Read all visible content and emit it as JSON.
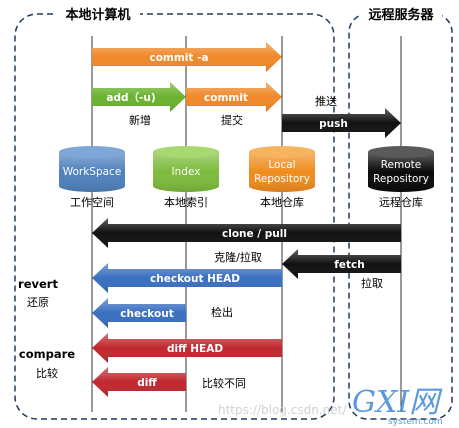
{
  "regions": {
    "local": "本地计算机",
    "remote": "远程服务器"
  },
  "repos": [
    {
      "id": "workspace",
      "label": "WorkSpace",
      "caption": "工作空间",
      "color": "#4f81bd",
      "top": "#7ea6d8"
    },
    {
      "id": "index",
      "label": "Index",
      "caption": "本地索引",
      "color": "#7dbb3c",
      "top": "#a8d870"
    },
    {
      "id": "local",
      "label": "Local\nRepository",
      "caption": "本地仓库",
      "color": "#f08c1e",
      "top": "#f7b460"
    },
    {
      "id": "remote",
      "label": "Remote\nRepository",
      "caption": "远程仓库",
      "color": "#0a0a0a",
      "top": "#5a5a5a"
    }
  ],
  "top_arrows": [
    {
      "id": "commit-a",
      "label": "commit -a",
      "color": "#f0892a",
      "from": "workspace",
      "to": "local"
    },
    {
      "id": "add",
      "label": "add（-u)",
      "color": "#6ab22f",
      "from": "workspace",
      "to": "index",
      "caption": "新增"
    },
    {
      "id": "commit",
      "label": "commit",
      "color": "#f0892a",
      "from": "index",
      "to": "local",
      "caption": "提交"
    },
    {
      "id": "push",
      "label": "push",
      "color": "#111111",
      "from": "local",
      "to": "remote",
      "caption": "推送"
    }
  ],
  "bottom_arrows": [
    {
      "id": "clone-pull",
      "label": "clone / pull",
      "color": "#111111",
      "from": "remote",
      "to": "workspace",
      "caption": "克隆/拉取"
    },
    {
      "id": "fetch",
      "label": "fetch",
      "color": "#111111",
      "from": "remote",
      "to": "local",
      "caption": "拉取"
    },
    {
      "id": "checkout-head",
      "label": "checkout HEAD",
      "color": "#3a6fc0",
      "from": "local",
      "to": "workspace"
    },
    {
      "id": "checkout",
      "label": "checkout",
      "color": "#3a6fc0",
      "from": "index",
      "to": "workspace",
      "caption": "检出"
    },
    {
      "id": "diff-head",
      "label": "diff HEAD",
      "color": "#c0282e",
      "from": "local",
      "to": "workspace"
    },
    {
      "id": "diff",
      "label": "diff",
      "color": "#c0282e",
      "from": "index",
      "to": "workspace",
      "caption": "比较不同"
    }
  ],
  "side_labels": {
    "revert": "revert",
    "revert_cn": "还原",
    "compare": "compare",
    "compare_cn": "比较"
  },
  "watermark": {
    "url": "https://blog.csdn.net/",
    "logo": "GXI网",
    "site": "system.com"
  }
}
